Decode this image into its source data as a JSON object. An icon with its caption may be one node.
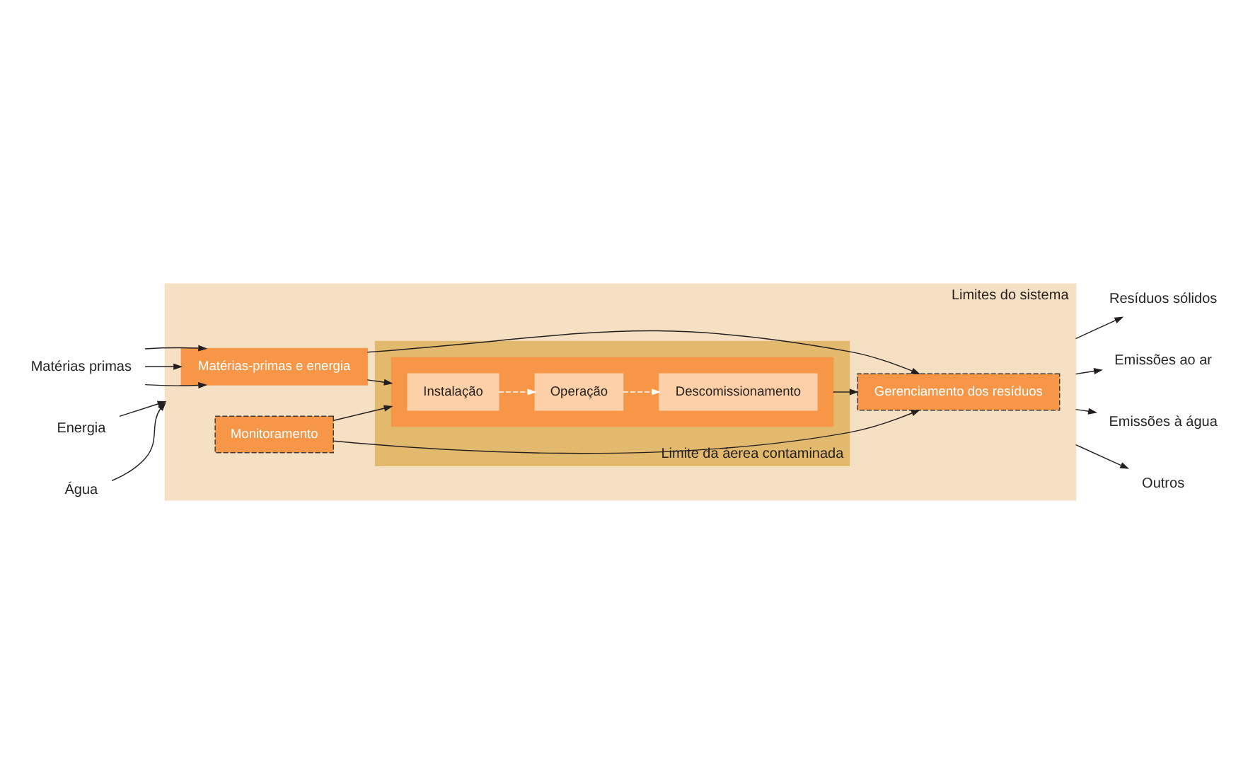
{
  "diagram": {
    "nodes": [
      {
        "text": [
          "Limites do sistema"
        ]
      },
      {
        "text": [
          "Matérias primas"
        ]
      },
      {
        "text": [
          "Matérias-primas e energia"
        ],
        "in": 0
      },
      {
        "text": [
          "Limite da áerea contaminada"
        ],
        "in": 0
      },
      {
        "text": [],
        "shape": "box",
        "in": 3
      },
      {
        "text": [
          "Instalação"
        ],
        "in": 4
      },
      {
        "text": [
          "Operação"
        ],
        "in": 4
      },
      {
        "text": [
          "Descomissionamento"
        ],
        "in": 4
      },
      {
        "text": [
          "Energia"
        ]
      },
      {
        "text": [
          "Monitoramento"
        ],
        "in": 0
      },
      {
        "text": [
          "Água"
        ]
      },
      {
        "text": [
          "Gerenciamento dos resíduos"
        ],
        "in": 0
      },
      {
        "text": [
          "Resíduos sólidos"
        ]
      },
      {
        "text": [
          "Emissões ao ar"
        ]
      },
      {
        "text": [
          "Emissões à água"
        ]
      },
      {
        "text": [
          "Outros"
        ]
      }
    ],
    "edges": [
      {
        "from": 1,
        "to": 2,
        "arrow": "to"
      },
      {
        "from": 1,
        "to": 2,
        "arrow": "to"
      },
      {
        "from": 1,
        "to": 2,
        "arrow": "to"
      },
      {
        "from": 8,
        "to": 0,
        "arrow": "to"
      },
      {
        "from": 10,
        "to": 0,
        "arrow": "to"
      },
      {
        "from": 2,
        "to": 11,
        "arrow": "to"
      },
      {
        "from": 2,
        "to": 4,
        "arrow": "to"
      },
      {
        "from": 9,
        "to": 4,
        "arrow": "to"
      },
      {
        "from": 5,
        "to": 6,
        "arrow": "to",
        "style": "dashed",
        "color": "#ffffff"
      },
      {
        "from": 6,
        "to": 7,
        "arrow": "to",
        "style": "dashed",
        "color": "#ffffff"
      },
      {
        "from": 4,
        "to": 11,
        "arrow": "to"
      },
      {
        "from": 9,
        "to": 11,
        "arrow": "to"
      },
      {
        "from": 0,
        "to": 12,
        "arrow": "to"
      },
      {
        "from": 0,
        "to": 13,
        "arrow": "to"
      },
      {
        "from": 0,
        "to": 14,
        "arrow": "to"
      },
      {
        "from": 0,
        "to": 15,
        "arrow": "to"
      }
    ]
  }
}
